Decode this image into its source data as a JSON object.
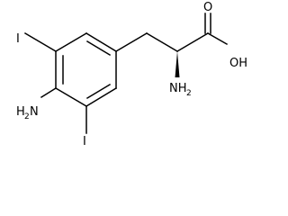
{
  "molecule": {
    "atoms": {
      "iodine_top": "I",
      "iodine_bottom": "I",
      "amine_ring_main": "H",
      "amine_ring_sub": "2",
      "amine_ring_tail": "N",
      "amine_chain_main": "NH",
      "amine_chain_sub": "2",
      "carbonyl_oxygen": "O",
      "hydroxyl": "OH"
    },
    "colors": {
      "bond": "#000000",
      "label": "#000000",
      "background": "#ffffff"
    }
  }
}
